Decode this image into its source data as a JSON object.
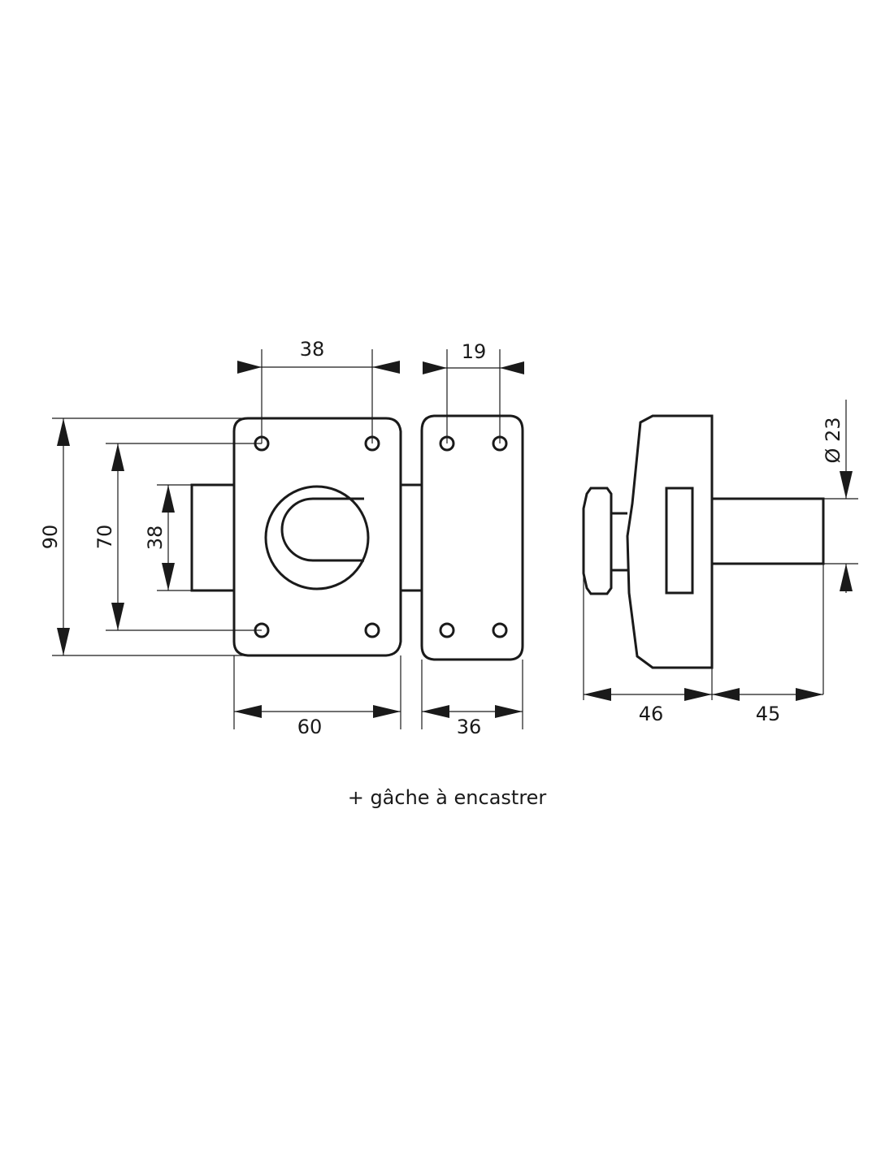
{
  "dimensions": {
    "front_hole_spacing_top": "38",
    "strike_hole_spacing": "19",
    "overall_height": "90",
    "hole_spacing_vertical": "70",
    "bolt_height": "38",
    "body_width": "60",
    "strike_width": "36",
    "side_depth": "46",
    "cylinder_projection": "45",
    "cylinder_diameter": "Ø 23"
  },
  "caption": "+ gâche à encastrer"
}
